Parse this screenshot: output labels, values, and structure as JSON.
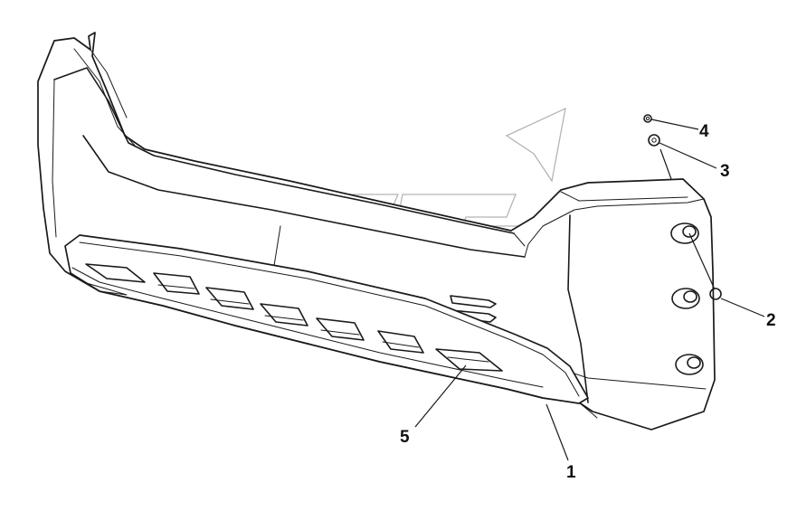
{
  "diagram": {
    "callouts": [
      {
        "id": "1",
        "label": "1"
      },
      {
        "id": "2",
        "label": "2"
      },
      {
        "id": "3",
        "label": "3"
      },
      {
        "id": "4",
        "label": "4"
      },
      {
        "id": "5",
        "label": "5"
      }
    ]
  },
  "colors": {
    "line": "#1a1a1a",
    "background": "#ffffff",
    "watermark": "#b5b5b5"
  }
}
